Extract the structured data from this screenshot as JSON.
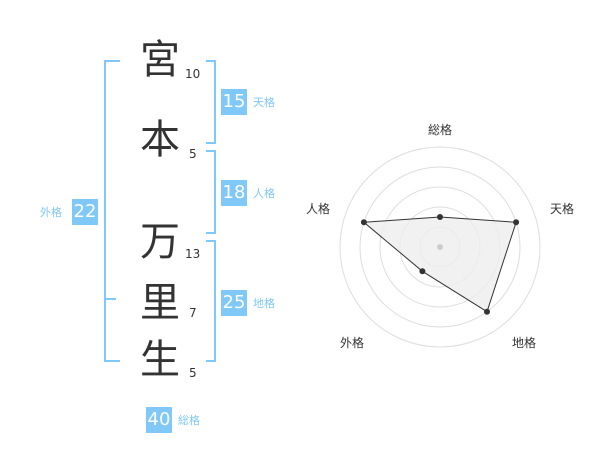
{
  "name": {
    "chars": [
      {
        "char": "宮",
        "strokes": "10"
      },
      {
        "char": "本",
        "strokes": "5"
      },
      {
        "char": "万",
        "strokes": "13"
      },
      {
        "char": "里",
        "strokes": "7"
      },
      {
        "char": "生",
        "strokes": "5"
      }
    ]
  },
  "kakaku": {
    "tenkaku": {
      "value": "15",
      "label": "天格"
    },
    "jinkaku": {
      "value": "18",
      "label": "人格"
    },
    "chikaku": {
      "value": "25",
      "label": "地格"
    },
    "gaikaku": {
      "value": "22",
      "label": "外格"
    },
    "soukaku": {
      "value": "40",
      "label": "総格"
    }
  },
  "colors": {
    "accent": "#7fc8f8",
    "text": "#333333",
    "grid": "#dddddd",
    "fill": "#eeeeee"
  },
  "chart_data": {
    "type": "radar",
    "axes": [
      "総格",
      "天格",
      "地格",
      "外格",
      "人格"
    ],
    "values": [
      0.3,
      0.8,
      0.8,
      0.3,
      0.8
    ],
    "rings": 5,
    "range": [
      0,
      1
    ]
  }
}
